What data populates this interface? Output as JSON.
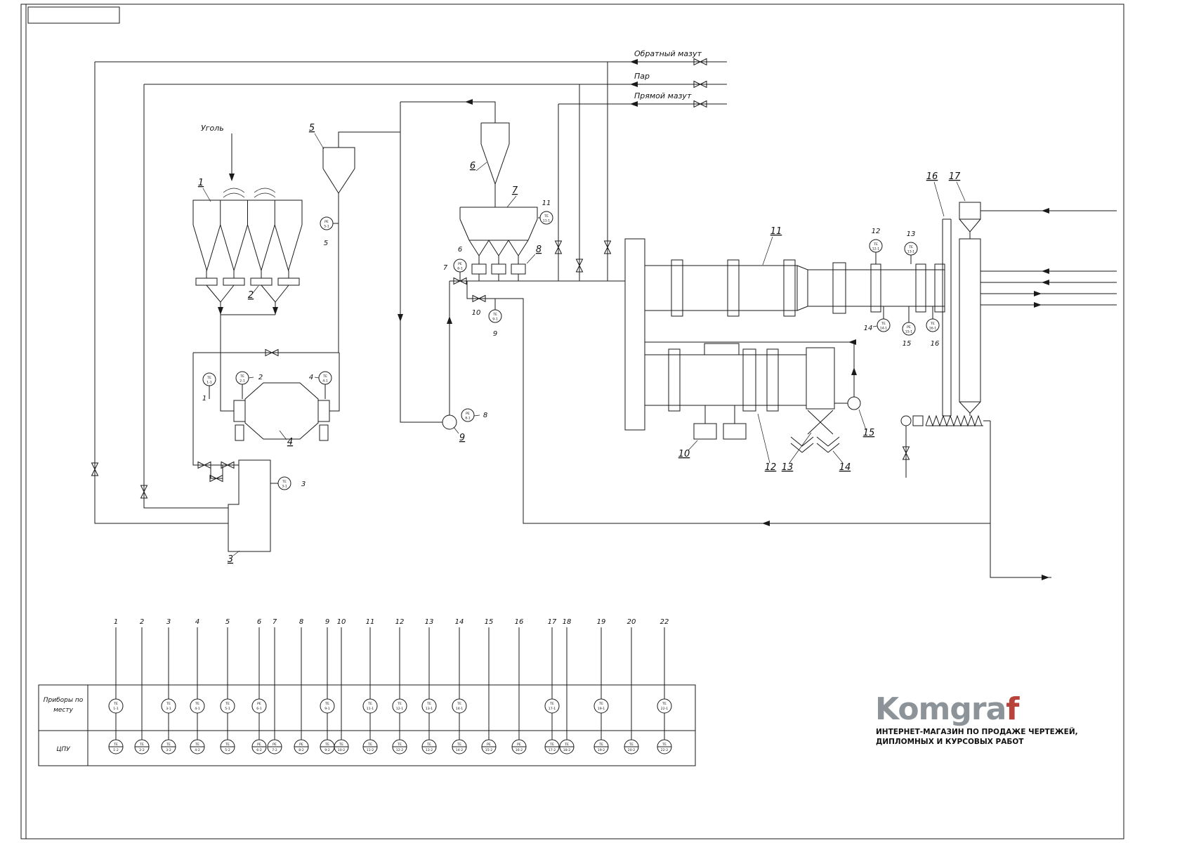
{
  "labels": {
    "coal": "Уголь",
    "return_oil": "Обратный мазут",
    "steam": "Пар",
    "direct_oil": "Прямой мазут"
  },
  "equipment": {
    "e1": "1",
    "e2": "2",
    "e3": "3",
    "e4": "4",
    "e5": "5",
    "e6": "6",
    "e7": "7",
    "e8": "8",
    "e9": "9",
    "e10": "10",
    "e11": "11",
    "e12": "12",
    "e13": "13",
    "e14": "14",
    "e15": "15",
    "e16": "16",
    "e17": "17"
  },
  "positions": {
    "p1": "1",
    "p2": "2",
    "p3": "3",
    "p4": "4",
    "p5": "5",
    "p6": "6",
    "p7": "7",
    "p8": "8",
    "p9": "9",
    "p10": "10",
    "p11": "11",
    "p12": "12",
    "p13": "13",
    "p14": "14",
    "p15": "15",
    "p16": "16"
  },
  "instruments": {
    "diagram": [
      {
        "t": "ТЕ",
        "b": "1-1"
      },
      {
        "t": "ТЕ",
        "b": "2-1"
      },
      {
        "t": "ТЕ",
        "b": "4-1"
      },
      {
        "t": "РЕ",
        "b": "5-1"
      },
      {
        "t": "РЕ",
        "b": "6-1"
      },
      {
        "t": "ТЕ",
        "b": "9-1"
      },
      {
        "t": "ТЕ",
        "b": "11-1"
      },
      {
        "t": "ТЕ",
        "b": "3-1"
      },
      {
        "t": "РЕ",
        "b": "8-1"
      },
      {
        "t": "ТЕ",
        "b": "12-1"
      },
      {
        "t": "ТЕ",
        "b": "13-1"
      },
      {
        "t": "ТЕ",
        "b": "14-1"
      },
      {
        "t": "РЕ",
        "b": "15-1"
      },
      {
        "t": "ТЕ",
        "b": "16-1"
      }
    ]
  },
  "table": {
    "local_label_1": "Приборы по",
    "local_label_2": "месту",
    "panel_label": "ЦПУ",
    "columns": [
      {
        "no": "1",
        "local": true,
        "lt": "ТЕ",
        "lb": "1-1",
        "pt": "ТЕ",
        "pb": "1-2"
      },
      {
        "no": "2",
        "local": false,
        "pt": "ТЕ",
        "pb": "2-2"
      },
      {
        "no": "3",
        "local": true,
        "lt": "ТЕ",
        "lb": "3-1",
        "pt": "ТЕ",
        "pb": "3-2"
      },
      {
        "no": "4",
        "local": true,
        "lt": "ТЕ",
        "lb": "4-1",
        "pt": "ТЕ",
        "pb": "4-2"
      },
      {
        "no": "5",
        "local": true,
        "lt": "ТЕ",
        "lb": "5-1",
        "pt": "ТЕ",
        "pb": "5-2"
      },
      {
        "no": "6",
        "local": true,
        "lt": "РЕ",
        "lb": "6-1",
        "pt": "РЕ",
        "pb": "6-2"
      },
      {
        "no": "7",
        "local": false,
        "pt": "РЕ",
        "pb": "7-2"
      },
      {
        "no": "8",
        "local": false,
        "pt": "РЕ",
        "pb": "8-2"
      },
      {
        "no": "9",
        "local": true,
        "lt": "ТЕ",
        "lb": "9-1",
        "pt": "ТЕ",
        "pb": "9-2"
      },
      {
        "no": "10",
        "local": false,
        "pt": "ТЕ",
        "pb": "10-2"
      },
      {
        "no": "11",
        "local": true,
        "lt": "ТЕ",
        "lb": "11-1",
        "pt": "ТЕ",
        "pb": "11-2"
      },
      {
        "no": "12",
        "local": true,
        "lt": "ТЕ",
        "lb": "12-1",
        "pt": "ТЕ",
        "pb": "12-2"
      },
      {
        "no": "13",
        "local": true,
        "lt": "ТЕ",
        "lb": "13-1",
        "pt": "ТЕ",
        "pb": "13-2"
      },
      {
        "no": "14",
        "local": true,
        "lt": "ТЕ",
        "lb": "14-1",
        "pt": "ТЕ",
        "pb": "14-2"
      },
      {
        "no": "15",
        "local": false,
        "pt": "РЕ",
        "pb": "15-2"
      },
      {
        "no": "16",
        "local": false,
        "pt": "РЕ",
        "pb": "16-2"
      },
      {
        "no": "17",
        "local": true,
        "lt": "ТЕ",
        "lb": "17-1",
        "pt": "ТЕ",
        "pb": "17-2"
      },
      {
        "no": "18",
        "local": false,
        "pt": "ТЕ",
        "pb": "18-2"
      },
      {
        "no": "19",
        "local": true,
        "lt": "ТЕ",
        "lb": "19-1",
        "pt": "ТЕ",
        "pb": "19-2"
      },
      {
        "no": "20",
        "local": false,
        "pt": "ТЕ",
        "pb": "20-2"
      },
      {
        "no": "22",
        "local": true,
        "lt": "ТЕ",
        "lb": "22-1",
        "pt": "ТЕ",
        "pb": "22-2"
      }
    ]
  },
  "logo": {
    "name_main": "Komgra",
    "name_accent": "f",
    "tagline1": "ИНТЕРНЕТ-МАГАЗИН ПО ПРОДАЖЕ ЧЕРТЕЖЕЙ,",
    "tagline2": "ДИПЛОМНЫХ И КУРСОВЫХ РАБОТ",
    "colors": {
      "name": "#8d9499",
      "accent": "#b8433a",
      "tagline1": "#2d9fd8",
      "tagline2": "#96d3ee"
    }
  }
}
